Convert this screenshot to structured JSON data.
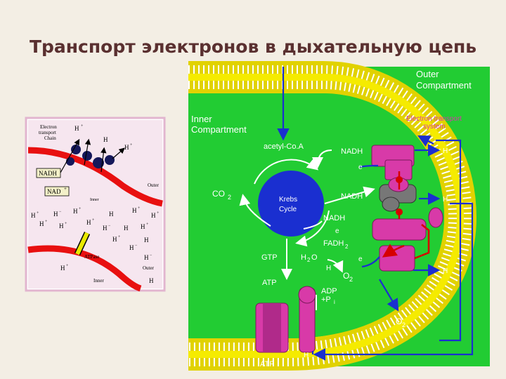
{
  "title": "Транспорт электронов в дыхательную цепь",
  "colors": {
    "main_bg": "#22cc33",
    "membrane": "#f2e600",
    "protein": "#d83aa8",
    "krebs": "#1a2fd0",
    "arrow": "#1a2fd0",
    "red": "#d60000"
  },
  "inset": {
    "chain_label": [
      "Electron",
      "transport",
      "Chain"
    ],
    "nadh": "NADH",
    "nad": "NAD",
    "nad_sup": "+",
    "outer_top": "Outer",
    "inner_top": "Inner",
    "atpase": "ATPase",
    "outer_bot": "Outer",
    "inner_bot": "Inner",
    "h": "H",
    "plus": "+",
    "minus": "−"
  },
  "main": {
    "outer_compartment": [
      "Outer",
      "Compartment"
    ],
    "inner_compartment": [
      "Inner",
      "Compartment"
    ],
    "ets": [
      "Electron transport",
      "system"
    ],
    "acetyl": "acetyl-Co.A",
    "co2": "CO",
    "co2_sub": "2",
    "krebs": [
      "Krebs",
      "Cycle"
    ],
    "nadh": "NADH",
    "e_minus": "e",
    "fadh2": "FADH",
    "fadh2_sub": "2",
    "gtp": "GTP",
    "h2o": "H",
    "h2o_sub": "2",
    "h2o_o": "O",
    "hplus": "H",
    "o2": "O",
    "o2_sub": "2",
    "atp": "ATP",
    "adp": "ADP",
    "pi": "+P",
    "pi_sub": "i"
  }
}
